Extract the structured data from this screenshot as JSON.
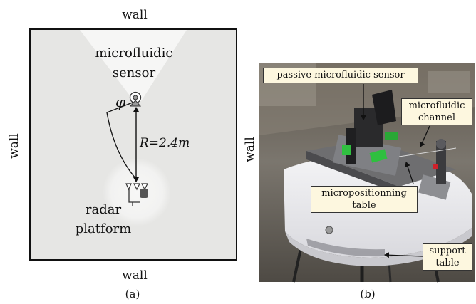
{
  "panel_a": {
    "wall_top": "wall",
    "wall_bottom": "wall",
    "wall_left": "wall",
    "wall_right": "wall",
    "sensor_label_line1": "microfluidic",
    "sensor_label_line2": "sensor",
    "angle_symbol": "φ",
    "range_label": "R=2.4m",
    "radar_label_line1": "radar",
    "radar_label_line2": "platform",
    "caption": "(a)"
  },
  "panel_b": {
    "callout_sensor": "passive microfluidic sensor",
    "callout_channel_line1": "microfluidic",
    "callout_channel_line2": "channel",
    "callout_table_line1": "micropositionning",
    "callout_table_line2": "table",
    "callout_support_line1": "support",
    "callout_support_line2": "table",
    "caption": "(b)"
  },
  "colors": {
    "room_fill": "#e6e6e4",
    "beam_fill": "#f6f6f5",
    "callout_fill": "#fdf7df",
    "sensor_icon": "#9a9a9a",
    "radar_icon": "#555555"
  },
  "icons": {
    "sensor": "sensor-icon",
    "radar": "radar-icon"
  }
}
